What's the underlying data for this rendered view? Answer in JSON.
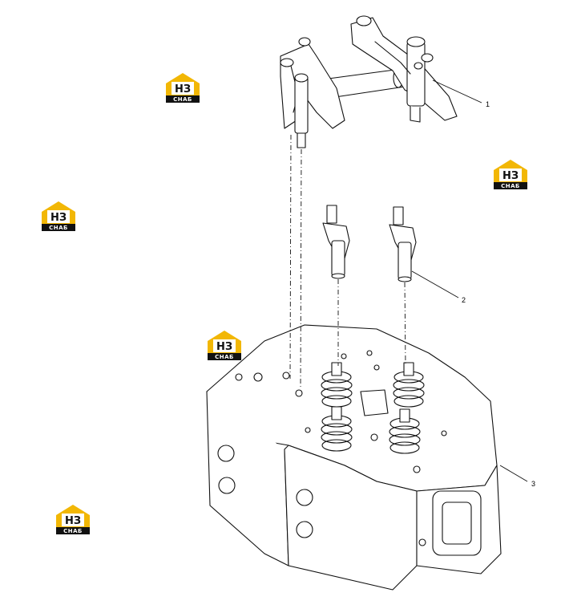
{
  "diagram": {
    "callouts": [
      {
        "id": "1",
        "label": "1"
      },
      {
        "id": "2",
        "label": "2"
      },
      {
        "id": "3",
        "label": "3"
      }
    ],
    "parts": [
      "rocker-arm-assembly",
      "valve-bridge-pair",
      "cylinder-head"
    ]
  },
  "watermark": {
    "mark": "НЗ",
    "word": "СНАБ",
    "colors": {
      "roof": "#f2b705",
      "mark_bg": "#ffffff",
      "band": "#111111"
    }
  }
}
